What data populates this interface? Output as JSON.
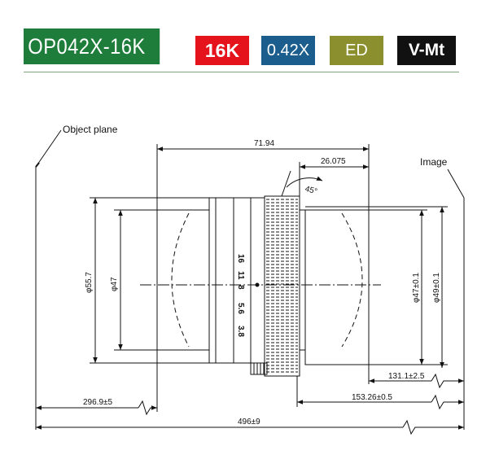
{
  "header": {
    "model": "OP042X-16K",
    "badges": [
      {
        "label": "16K",
        "color": "#e4131c"
      },
      {
        "label": "0.42X",
        "color": "#1b5e8e"
      },
      {
        "label": "ED",
        "color": "#8b8f2e"
      },
      {
        "label": "V-Mt",
        "color": "#111111"
      }
    ]
  },
  "labels": {
    "object_plane": "Object plane",
    "image": "Image",
    "angle": "45°"
  },
  "dimensions": {
    "overall_length": "71.94",
    "rear_length": "26.075",
    "outer_diameter": "φ55.7",
    "front_diameter": "φ47",
    "rear_inner_diameter": "φ47±0.1",
    "rear_outer_diameter": "φ49±0.1",
    "working_distance": "296.9±5",
    "back_focus": "131.1±2.5",
    "flange_distance": "153.26±0.5",
    "total_distance": "496±9"
  },
  "aperture_scale": [
    "16",
    "11",
    "8",
    "5.6",
    "3.8"
  ],
  "colors": {
    "title_bg": "#1e7d3a",
    "rule": "#7ea57e",
    "line": "#111111"
  }
}
